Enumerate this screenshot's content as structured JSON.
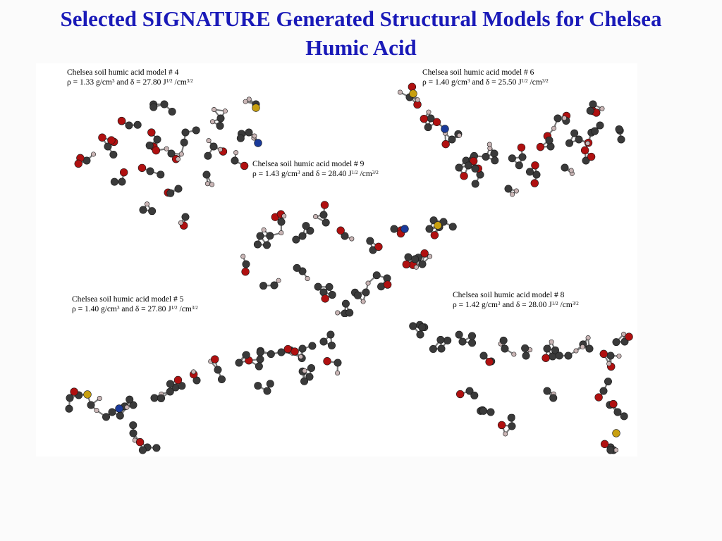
{
  "title_line1": "Selected SIGNATURE Generated Structural Models for Chelsea",
  "title_line2": "Humic Acid",
  "colors": {
    "title": "#1a1ab8",
    "carbon": "#3a3a3a",
    "oxygen": "#b01010",
    "hydrogen": "#c9b5b5",
    "nitrogen": "#1a3a9a",
    "sulfur": "#c8a010"
  },
  "models": [
    {
      "id": "m4",
      "label": "Chelsea soil humic acid  model  # 4",
      "rho": "ρ = 1.33 g/cm",
      "rho_sup": "3",
      "and": "  and δ = 27.80 J",
      "j_sup": "1/2",
      "unit": " /cm",
      "unit_sup": "3/2"
    },
    {
      "id": "m6",
      "label": "Chelsea soil humic acid  model  #  6",
      "rho": "ρ = 1.40 g/cm",
      "rho_sup": "3",
      "and": "  and δ = 25.50 J",
      "j_sup": "1/2",
      "unit": " /cm",
      "unit_sup": "3/2"
    },
    {
      "id": "m9",
      "label": "Chelsea soil humic acid  model  #  9",
      "rho": "ρ = 1.43 g/cm",
      "rho_sup": "3",
      "and": "  and δ = 28.40 J",
      "j_sup": "1/2",
      "unit": " /cm",
      "unit_sup": "3/2"
    },
    {
      "id": "m5",
      "label": "Chelsea soil humic acid  model  #  5",
      "rho": "ρ = 1.40 g/cm",
      "rho_sup": "3",
      "and": "  and δ = 27.80 J",
      "j_sup": "1/2",
      "unit": " /cm",
      "unit_sup": "3/2"
    },
    {
      "id": "m8",
      "label": "Chelsea soil humic acid  model  #  8",
      "rho": "ρ = 1.42 g/cm",
      "rho_sup": "3",
      "and": "  and δ = 28.00 J",
      "j_sup": "1/2",
      "unit": " /cm",
      "unit_sup": "3/2"
    }
  ]
}
